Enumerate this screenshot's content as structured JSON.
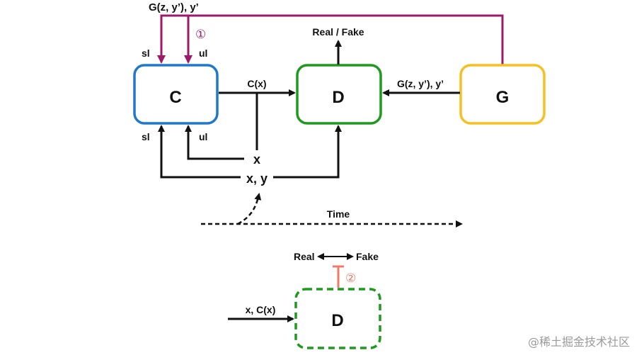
{
  "top_feedback_label": "G(z, y’), y’",
  "marker_1": "①",
  "marker_2": "②",
  "c_box_label": "C",
  "d_box_label": "D",
  "g_box_label": "G",
  "c_top_left_input": "sl",
  "c_top_right_input": "ul",
  "c_bottom_left_input": "sl",
  "c_bottom_right_input": "ul",
  "c_to_d_label": "C(x)",
  "g_to_d_label": "G(z, y’), y’",
  "d_output_label": "Real / Fake",
  "x_label": "x",
  "xy_label": "x, y",
  "time_label": "Time",
  "d2_box_label": "D",
  "d2_input_label": "x, C(x)",
  "d2_output_real": "Real",
  "d2_output_fake": "Fake",
  "watermark": "@稀土掘金技术社区",
  "colors": {
    "c_box": "#1f78c8",
    "d_box": "#1f9a1f",
    "g_box": "#f5c023",
    "feedback": "#9b1a6a",
    "marker_2": "#f07a68",
    "arrow": "#111111"
  }
}
